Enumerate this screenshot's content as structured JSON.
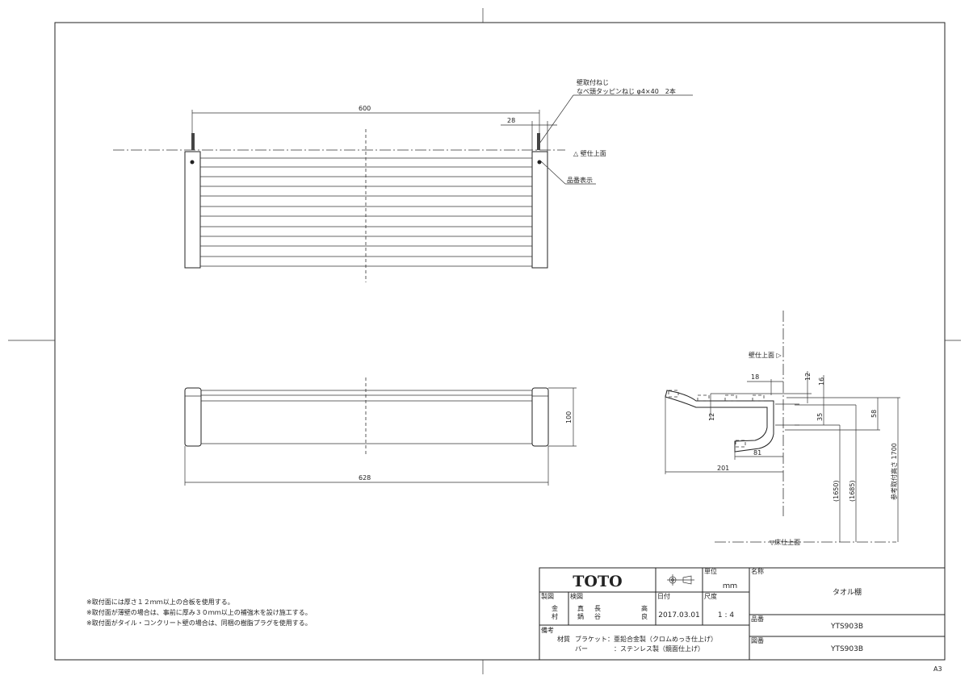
{
  "sheet": {
    "size": "A3"
  },
  "top_view": {
    "dim_width": "600",
    "dim_bracket": "28",
    "screw_label_1": "壁取付ねじ",
    "screw_label_2": "なべ頭タッピンねじ φ4×40　2本",
    "wall_surface": "△ 壁仕上面",
    "model_mark": "品番表示"
  },
  "front_view": {
    "dim_width": "628",
    "dim_height": "100"
  },
  "side_view": {
    "wall_surface": "壁仕上面 ▷",
    "floor_surface": "▽床仕上面",
    "dims": {
      "d18": "18",
      "d12a": "12",
      "d16": "16",
      "d12b": "12",
      "d35": "35",
      "d58": "58",
      "d81": "81",
      "d201": "201",
      "d1650": "(1650)",
      "d1685": "(1685)",
      "d1700": "参考取付高さ 1700"
    }
  },
  "notes": [
    "※取付面には厚さ１２ｍｍ以上の合板を使用する。",
    "※取付面が薄壁の場合は、事前に厚み３０ｍｍ以上の補強木を設け施工する。",
    "※取付面がタイル・コンクリート壁の場合は、同梱の樹脂プラグを使用する。"
  ],
  "title_block": {
    "logo": "TOTO",
    "unit_label": "単位",
    "unit": "ｍｍ",
    "name_label": "名称",
    "name": "タオル棚",
    "drawn_label": "製図",
    "drawn_by": [
      "金",
      "村"
    ],
    "checked_label": "検図",
    "checked_by": [
      "真",
      "鍋",
      "長",
      "谷",
      "高",
      "良"
    ],
    "date_label": "日付",
    "date": "2017.03.01",
    "scale_label": "尺度",
    "scale": "1 : 4",
    "product_no_label": "品番",
    "product_no": "YTS903B",
    "drawing_no_label": "図番",
    "drawing_no": "YTS903B",
    "remarks_label": "備考",
    "material_label": "材質",
    "material_1": "ブラケット：亜鉛合金製（クロムめっき仕上げ）",
    "material_2_part": "バー",
    "material_2": "：ステンレス製（鏡面仕上げ）"
  }
}
